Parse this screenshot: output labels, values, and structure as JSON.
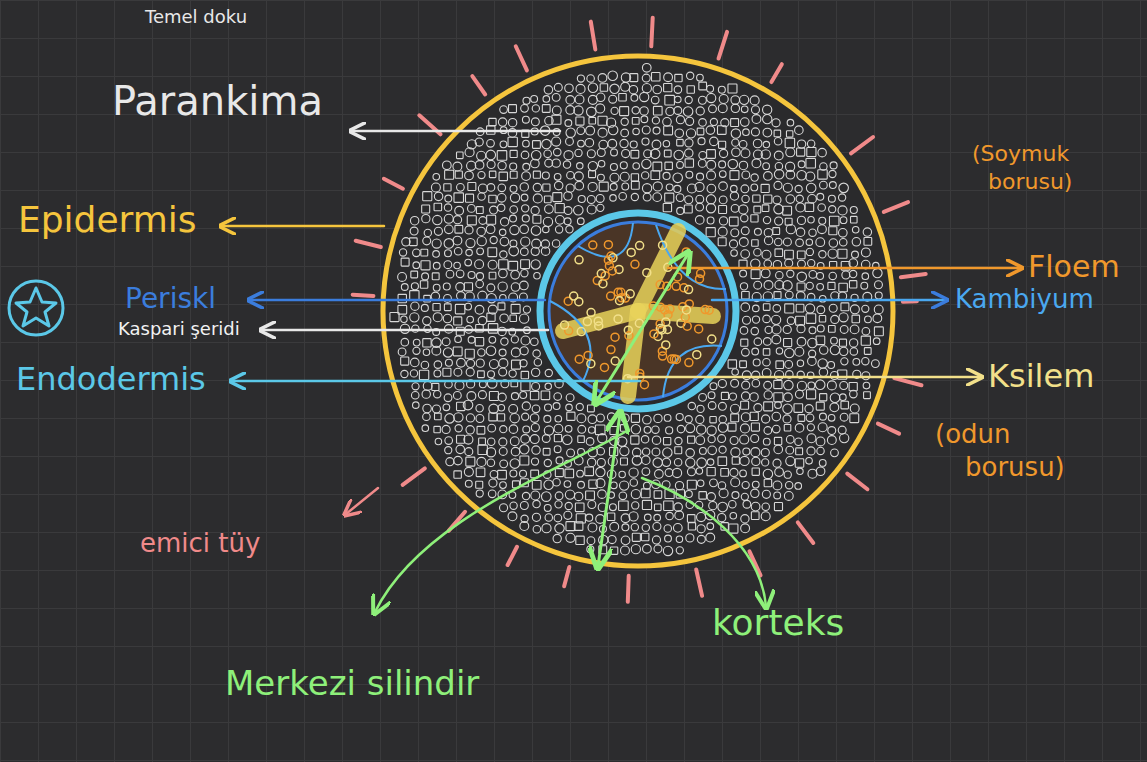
{
  "diagram": {
    "labels": [
      "Temel doku",
      "Parankima",
      "Epidermis",
      "Periskl",
      "Kaspari şeridi",
      "Endodermis",
      "emici tüy",
      "Merkezi silindir",
      "korteks",
      "(Soymuk borusu)",
      "Floem",
      "Kambiyum",
      "Ksilem",
      "(odun borusu)"
    ]
  }
}
